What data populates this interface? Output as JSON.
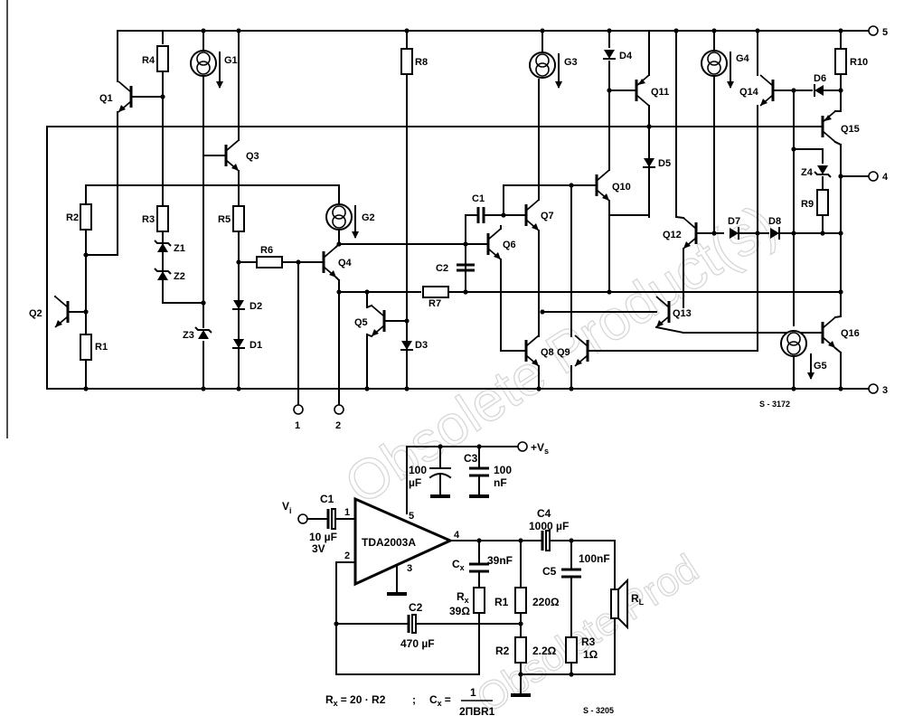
{
  "watermarks": [
    "Obsolete Product(s)",
    "Obsolete Prod"
  ],
  "schematic_top": {
    "labels": {
      "R4": "R4",
      "G1": "G1",
      "R8": "R8",
      "G3": "G3",
      "D4": "D4",
      "G4": "G4",
      "R10": "R10",
      "Q1": "Q1",
      "Q11": "Q11",
      "Q14": "Q14",
      "D6": "D6",
      "Q15": "Q15",
      "Q3": "Q3",
      "D5": "D5",
      "Z4": "Z4",
      "R2": "R2",
      "R3": "R3",
      "R5": "R5",
      "G2": "G2",
      "C1": "C1",
      "Q7": "Q7",
      "Q10": "Q10",
      "R9": "R9",
      "Z1": "Z1",
      "R6": "R6",
      "Q6": "Q6",
      "Q12": "Q12",
      "D7": "D7",
      "D8": "D8",
      "Z2": "Z2",
      "Q4": "Q4",
      "C2": "C2",
      "R7": "R7",
      "Q2": "Q2",
      "D2": "D2",
      "Q13": "Q13",
      "Q5": "Q5",
      "R1": "R1",
      "Z3": "Z3",
      "D1": "D1",
      "D3": "D3",
      "Q8": "Q8",
      "Q9": "Q9",
      "Q16": "Q16",
      "G5": "G5"
    },
    "terminals": {
      "t5": "5",
      "t4": "4",
      "t3": "3",
      "t1": "1",
      "t2": "2"
    },
    "code": "S - 3172"
  },
  "schematic_bottom": {
    "ic_label": "TDA2003A",
    "pins": {
      "p1": "1",
      "p2": "2",
      "p3": "3",
      "p4": "4",
      "p5": "5"
    },
    "vi": "V",
    "vi_sub": "i",
    "vs": "+V",
    "vs_sub": "s",
    "c1": "C1",
    "c1_v1": "10 µF",
    "c1_v2": "3V",
    "c100a": "100",
    "c100b": "µF",
    "c3": "C3",
    "c3_v1": "100",
    "c3_v2": "nF",
    "c4": "C4",
    "c4_v": "1000 µF",
    "cx": "C",
    "cx_sub": "x",
    "cx_v": "39nF",
    "c5": "C5",
    "c5_v": "100nF",
    "rx": "R",
    "rx_sub": "x",
    "rx_v": "39Ω",
    "r1": "R1",
    "r1_v": "220Ω",
    "r2": "R2",
    "r2_v": "2.2Ω",
    "r3": "R3",
    "r3_v": "1Ω",
    "rl": "R",
    "rl_sub": "L",
    "c2": "C2",
    "c2_v": "470 µF",
    "formula_rx_a": "R",
    "formula_rx_sub": "x",
    "formula_rx_b": "= 20 · R2",
    "formula_sep": ";",
    "formula_cx_a": "C",
    "formula_cx_sub": "x",
    "formula_cx_eq": "=",
    "formula_num": "1",
    "formula_den": "2ΠBR1",
    "code": "S - 3205"
  }
}
